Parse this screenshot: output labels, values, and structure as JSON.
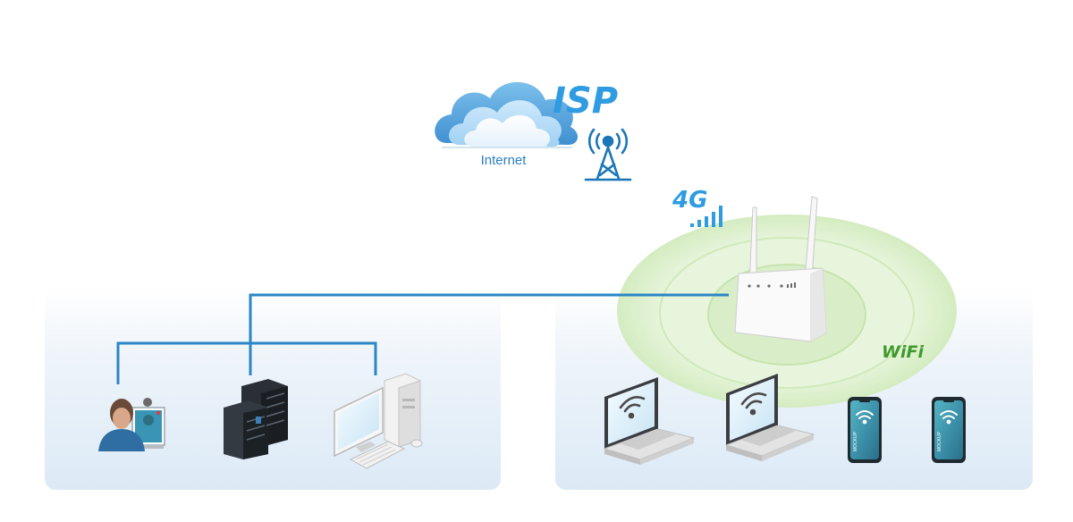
{
  "labels": {
    "isp": "ISP",
    "internet": "Internet",
    "network_4g": "4G",
    "wifi": "WiFi",
    "phone_mockup": "MOCKUP"
  },
  "colors": {
    "line": "#2b86c5",
    "isp_text": "#2f9be0",
    "wifi_text": "#3e9a2a",
    "tower": "#1b76b8",
    "panel": "#dceaf6",
    "wifi_rings": "#d3ebc0"
  },
  "icons": [
    "cloud-icon",
    "cell-tower-icon",
    "signal-bars-icon",
    "router-icon",
    "video-call-user-icon",
    "server-icon",
    "desktop-computer-icon",
    "laptop-icon",
    "smartphone-icon",
    "wifi-icon"
  ]
}
